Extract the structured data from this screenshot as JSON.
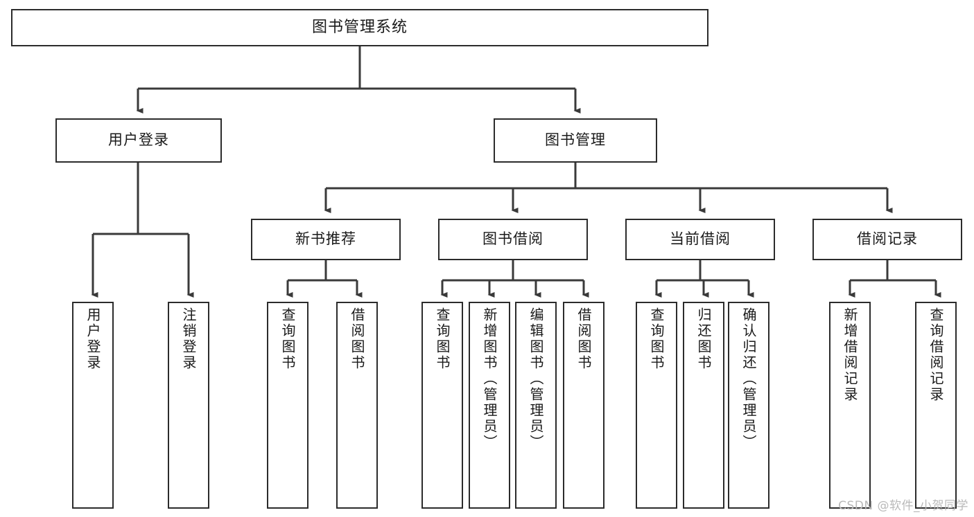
{
  "diagram": {
    "title": "图书管理系统",
    "type": "functional-structure-tree",
    "watermark": "CSDN @软件_小贺同学",
    "colors": {
      "box_border": "#2b2b2b",
      "box_fill": "#ffffff",
      "connector": "#3a3a3a",
      "text": "#1a1a1a",
      "watermark": "#b9b9b9",
      "background": "#ffffff"
    }
  },
  "root": {
    "label": "图书管理系统"
  },
  "level2": [
    {
      "label": "用户登录"
    },
    {
      "label": "图书管理"
    }
  ],
  "level3": [
    {
      "label": "新书推荐"
    },
    {
      "label": "图书借阅"
    },
    {
      "label": "当前借阅"
    },
    {
      "label": "借阅记录"
    }
  ],
  "leaves": {
    "user_login": [
      {
        "label": "用户登录"
      },
      {
        "label": "注销登录"
      }
    ],
    "new_book_recommend": [
      {
        "label": "查询图书"
      },
      {
        "label": "借阅图书"
      }
    ],
    "book_borrow": [
      {
        "label": "查询图书"
      },
      {
        "label": "新增图书（管理员）"
      },
      {
        "label": "编辑图书（管理员）"
      },
      {
        "label": "借阅图书"
      }
    ],
    "current_borrow": [
      {
        "label": "查询图书"
      },
      {
        "label": "归还图书"
      },
      {
        "label": "确认归还（管理员）"
      }
    ],
    "borrow_record": [
      {
        "label": "新增借阅记录"
      },
      {
        "label": "查询借阅记录"
      }
    ]
  }
}
